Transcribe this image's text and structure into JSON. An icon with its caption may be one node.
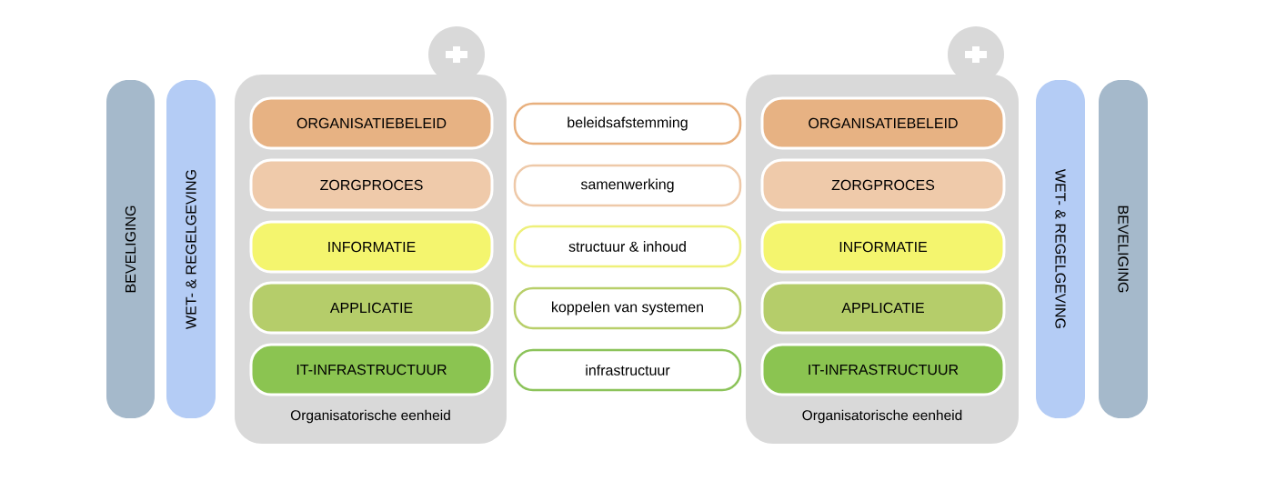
{
  "diagram": {
    "nodes": [
      {
        "text": [
          "BEVELIGING"
        ]
      },
      {
        "text": [
          "WET- & REGELGEVING"
        ]
      },
      {
        "text": [
          "Organisatorische eenheid"
        ]
      },
      {
        "text": [
          "ORGANISATIEBELEID"
        ],
        "in": 2
      },
      {
        "text": [
          "ZORGPROCES"
        ],
        "in": 2
      },
      {
        "text": [
          "INFORMATIE"
        ],
        "in": 2
      },
      {
        "text": [
          "APPLICATIE"
        ],
        "in": 2
      },
      {
        "text": [
          "IT-INFRASTRUCTUUR"
        ],
        "in": 2
      },
      {
        "text": [
          "beleidsafstemming"
        ]
      },
      {
        "text": [
          "samenwerking"
        ]
      },
      {
        "text": [
          "structuur & inhoud"
        ]
      },
      {
        "text": [
          "koppelen van systemen"
        ]
      },
      {
        "text": [
          "infrastructuur"
        ]
      },
      {
        "text": [
          "Organisatorische eenheid"
        ]
      },
      {
        "text": [
          "ORGANISATIEBELEID"
        ],
        "in": 13
      },
      {
        "text": [
          "ZORGPROCES"
        ],
        "in": 13
      },
      {
        "text": [
          "INFORMATIE"
        ],
        "in": 13
      },
      {
        "text": [
          "APPLICATIE"
        ],
        "in": 13
      },
      {
        "text": [
          "IT-INFRASTRUCTUUR"
        ],
        "in": 13
      },
      {
        "text": [
          "WET- & REGELGEVING"
        ]
      },
      {
        "text": [
          "BEVELIGING"
        ]
      }
    ]
  }
}
